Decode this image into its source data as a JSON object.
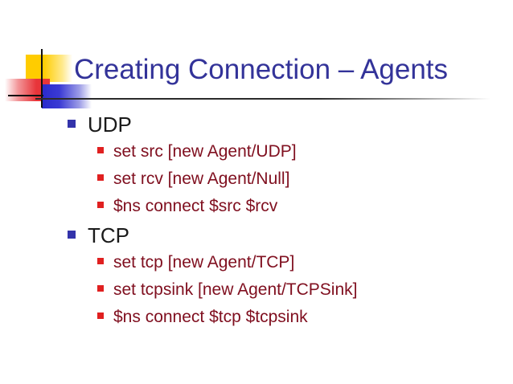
{
  "slide": {
    "title": "Creating Connection – Agents",
    "colors": {
      "title_text": "#333399",
      "level1_bullet": "#3333AA",
      "level1_text": "#1A1A1A",
      "level2_bullet": "#E02020",
      "level2_text": "#801020",
      "logo_yellow": "#FFCC00",
      "logo_red": "#E8353A",
      "logo_blue": "#2A2ACC",
      "rule": "#2B2B2B",
      "background": "#FFFFFF"
    },
    "bullets": [
      {
        "level": 1,
        "label": "UDP",
        "children": [
          {
            "level": 2,
            "label": "set src [new Agent/UDP]"
          },
          {
            "level": 2,
            "label": "set rcv [new Agent/Null]"
          },
          {
            "level": 2,
            "label": "$ns connect $src $rcv"
          }
        ]
      },
      {
        "level": 1,
        "label": "TCP",
        "children": [
          {
            "level": 2,
            "label": "set tcp [new Agent/TCP]"
          },
          {
            "level": 2,
            "label": "set tcpsink [new Agent/TCPSink]"
          },
          {
            "level": 2,
            "label": "$ns connect $tcp $tcpsink"
          }
        ]
      }
    ]
  }
}
